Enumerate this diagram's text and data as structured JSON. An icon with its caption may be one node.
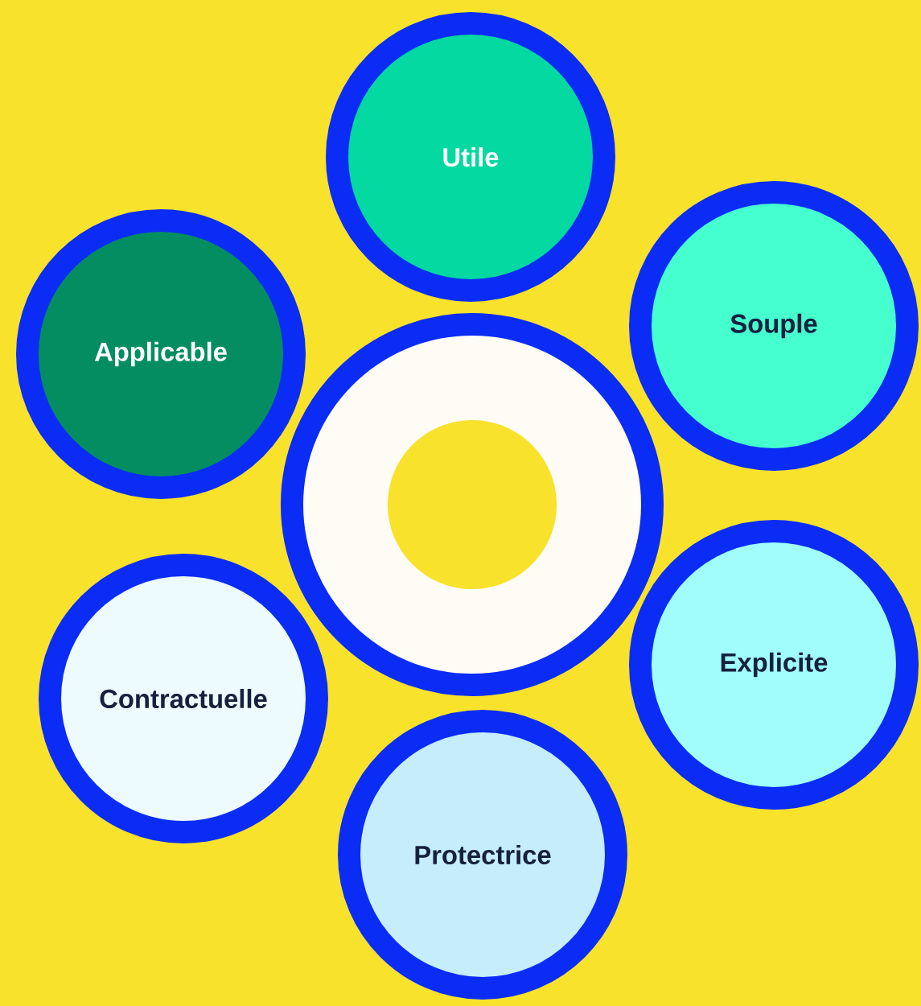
{
  "diagram": {
    "nodes": [
      {
        "text": [
          "Utile"
        ]
      },
      {
        "text": [
          "Souple"
        ]
      },
      {
        "text": [
          "Applicable"
        ]
      },
      {
        "text": [],
        "shape": "circle"
      },
      {
        "text": [
          "Explicite"
        ]
      },
      {
        "text": [
          "Contractuelle"
        ]
      },
      {
        "text": [
          "Protectrice"
        ]
      }
    ]
  }
}
